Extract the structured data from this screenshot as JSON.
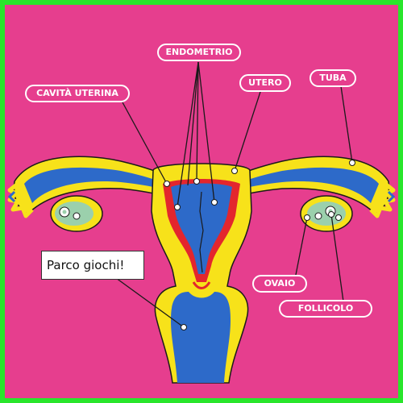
{
  "labels": {
    "endometrio": "ENDOMETRIO",
    "cavita_uterina": "CAVITÀ UTERINA",
    "utero": "UTERO",
    "tuba": "TUBA",
    "ovaio": "OVAIO",
    "follicolo": "FOLLICOLO"
  },
  "note": "Parco giochi!",
  "colors": {
    "background": "#e63e8e",
    "frame": "#29e62b",
    "outline_yellow": "#f7e21a",
    "lining_blue": "#2d6ac9",
    "endometrium_red": "#e3262d",
    "ovary_green": "#9bd0ac"
  }
}
